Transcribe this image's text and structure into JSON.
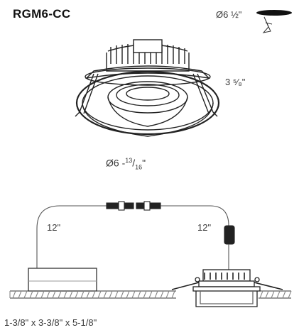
{
  "title": "RGM6-CC",
  "dimensions": {
    "cutout": "Ø6 ½\"",
    "height": "3 ⁵⁄₈\"",
    "trim_prefix": "Ø6 -",
    "trim_num": "13",
    "trim_sep": "/",
    "trim_den": "16",
    "trim_suffix": "\"",
    "lead_left": "12\"",
    "lead_right": "12\"",
    "jbox": "1-3/8\" x 3-3/8\" x 5-1/8\""
  }
}
